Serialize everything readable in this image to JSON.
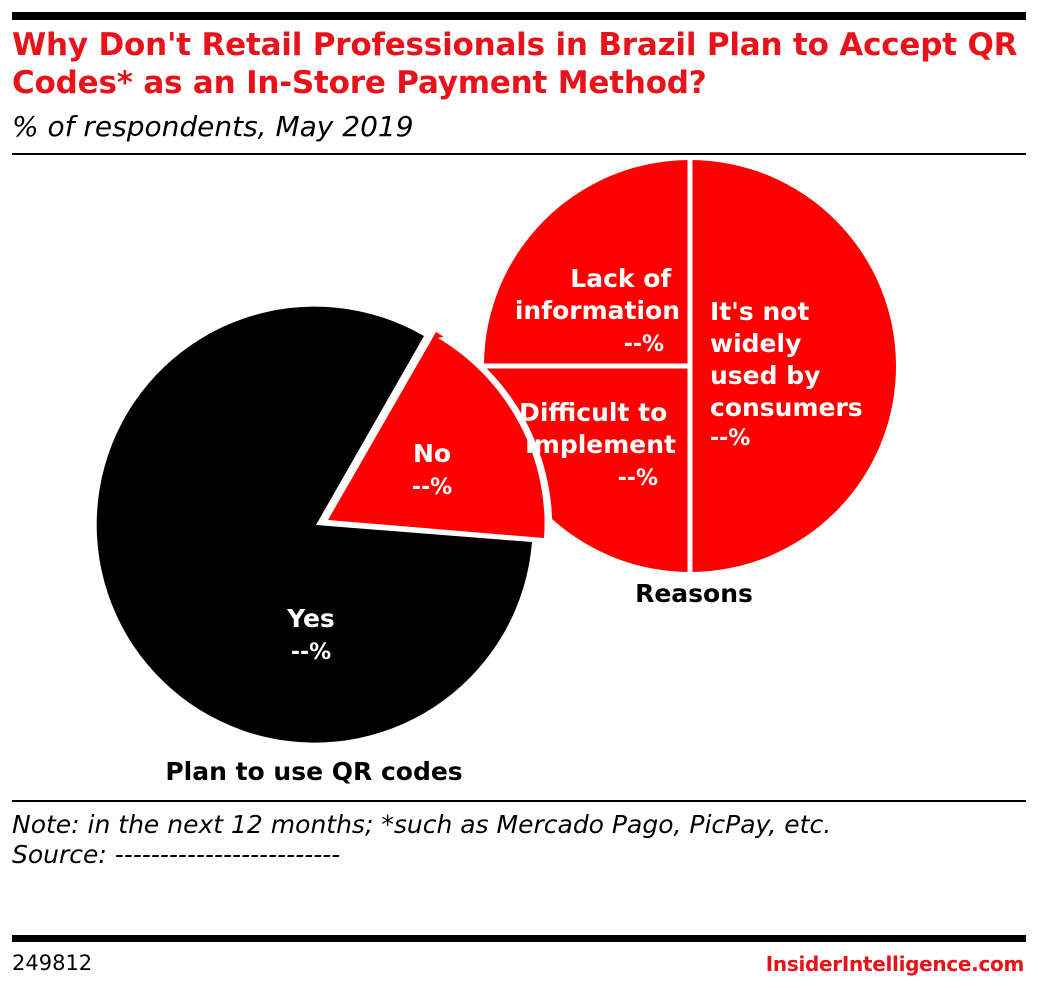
{
  "header": {
    "title": "Why Don't Retail Professionals in Brazil Plan to Accept QR Codes* as an In-Store Payment Method?",
    "subtitle": "% of respondents, May 2019"
  },
  "chart_data": [
    {
      "type": "pie",
      "title": "Plan to use QR codes",
      "slices": [
        {
          "label": "Yes",
          "value_label": "--%",
          "color": "#000000"
        },
        {
          "label": "No",
          "value_label": "--%",
          "color": "#ff0000"
        }
      ]
    },
    {
      "type": "pie",
      "title": "Reasons",
      "slices": [
        {
          "label": "It's not widely used by consumers",
          "value_label": "--%",
          "color": "#ff0000"
        },
        {
          "label": "Difficult to implement",
          "value_label": "--%",
          "color": "#ff0000"
        },
        {
          "label": "Lack of information",
          "value_label": "--%",
          "color": "#ff0000"
        }
      ]
    }
  ],
  "footer": {
    "note": "Note: in the next 12 months; *such as Mercado Pago, PicPay, etc.",
    "source": "Source: -------------------------",
    "chart_id": "249812",
    "brand": "InsiderIntelligence.com"
  },
  "colors": {
    "accent": "#e8121a",
    "slice_red": "#ff0000",
    "slice_black": "#000000"
  }
}
